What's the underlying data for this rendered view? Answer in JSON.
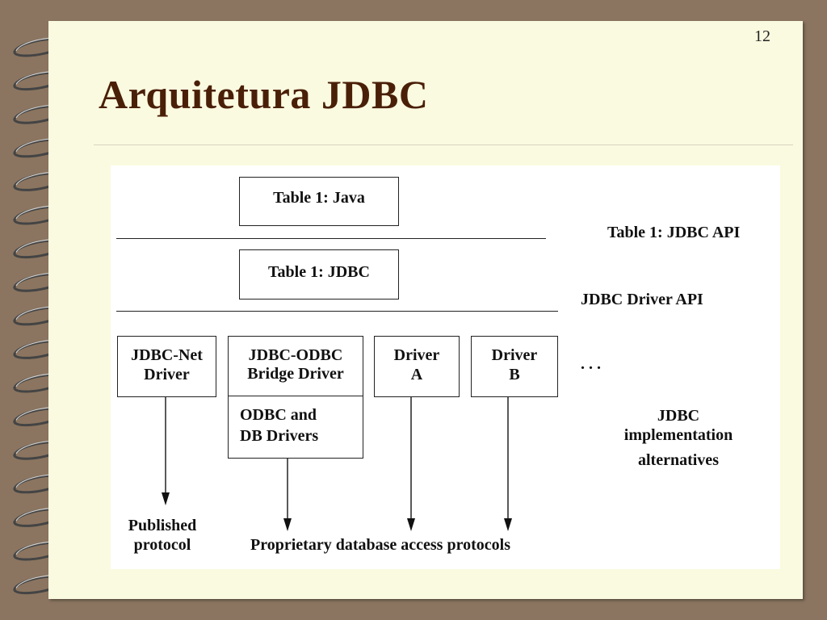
{
  "slide": {
    "page_number": "12",
    "title": "Arquitetura JDBC"
  },
  "diagram": {
    "java_box": "Table 1: Java",
    "jdbc_box": "Table 1: JDBC",
    "jdbc_api_label": "Table 1: JDBC API",
    "driver_api_label": "JDBC Driver API",
    "ellipsis": ". . .",
    "jdbc_net_driver": [
      "JDBC-Net",
      "Driver"
    ],
    "jdbc_odbc_bridge": [
      "JDBC-ODBC",
      "Bridge Driver"
    ],
    "odbc_db_drivers": [
      "ODBC and",
      "DB Drivers"
    ],
    "driver_a": [
      "Driver",
      "A"
    ],
    "driver_b": [
      "Driver",
      "B"
    ],
    "implementation_label": [
      "JDBC",
      "implementation",
      "alternatives"
    ],
    "published_protocol": [
      "Published",
      "protocol"
    ],
    "proprietary_protocols": "Proprietary database access protocols"
  },
  "colors": {
    "background": "#8b7560",
    "page": "#fafae0",
    "title": "#4a1f08"
  }
}
